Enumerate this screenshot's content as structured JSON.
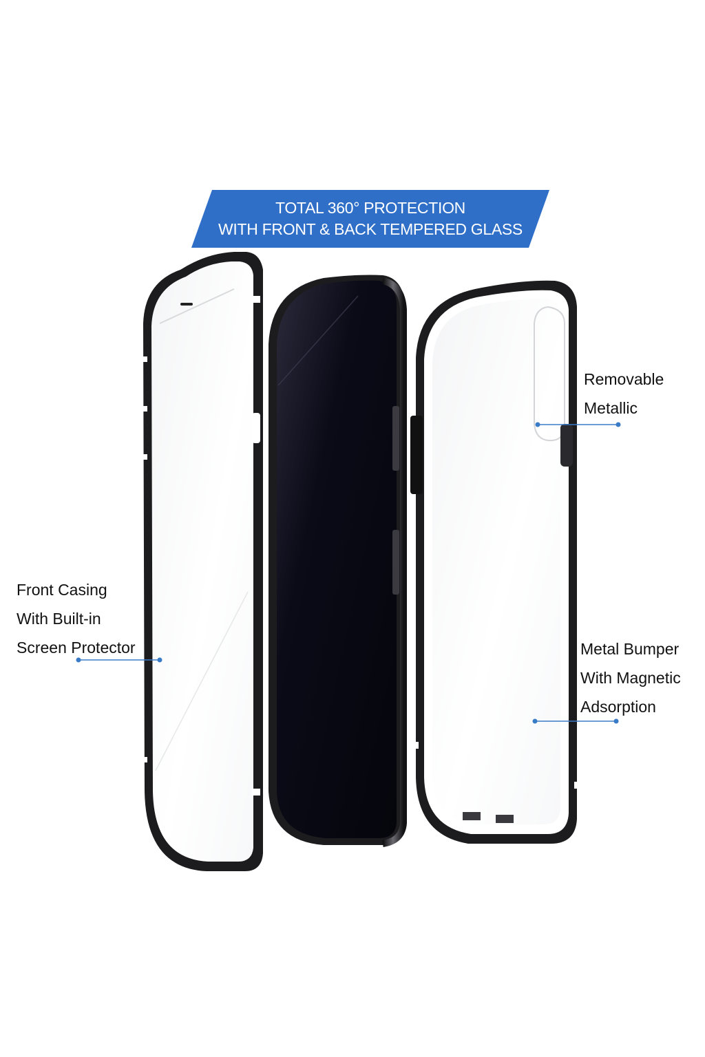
{
  "banner": {
    "line1": "TOTAL 360° PROTECTION",
    "line2": "WITH FRONT & BACK TEMPERED GLASS",
    "color": "#2f6fc8"
  },
  "callouts": {
    "front_casing": {
      "line1": "Front Casing",
      "line2": "With Built-in",
      "line3": "Screen Protector"
    },
    "removable": {
      "line1": "Removable",
      "line2": "Metallic"
    },
    "metal_bumper": {
      "line1": "Metal Bumper",
      "line2": "With Magnetic",
      "line3": "Adsorption"
    },
    "line_color": "#3a7bc8"
  },
  "product": {
    "frame_color": "#1c1c1e",
    "screen_color": "#0b0b18"
  }
}
